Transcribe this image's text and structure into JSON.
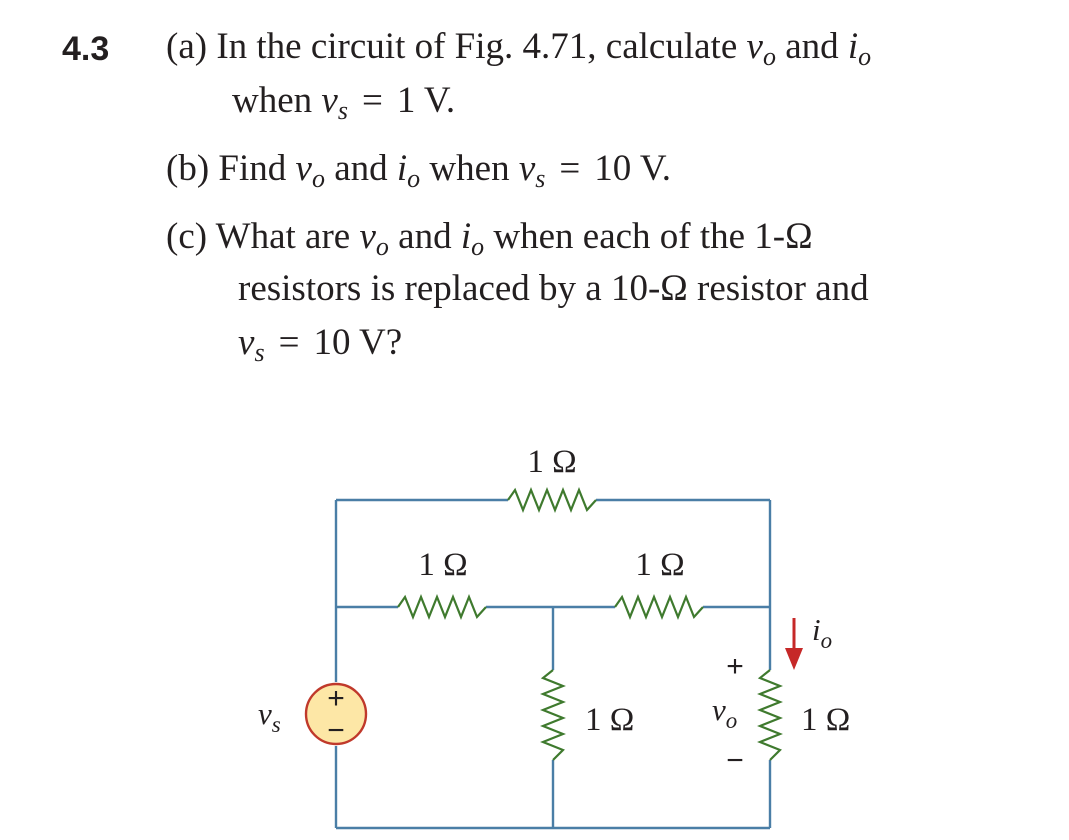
{
  "problem": {
    "number": "4.3",
    "part_a": {
      "label": "(a)",
      "text1": "In the circuit of Fig. 4.71, calculate",
      "v": "v",
      "sub_o": "o",
      "and": "and",
      "i": "i",
      "when": "when",
      "sub_s": "s",
      "eq": "=",
      "value": "1 V."
    },
    "part_b": {
      "label": "(b)",
      "find": "Find",
      "v": "v",
      "sub_o": "o",
      "and": "and",
      "i": "i",
      "when": "when",
      "sub_s": "s",
      "eq": "=",
      "value": "10 V."
    },
    "part_c": {
      "label": "(c)",
      "what": "What are",
      "v": "v",
      "sub_o": "o",
      "and": "and",
      "i": "i",
      "when": "when each of the 1-Ω",
      "line2": "resistors is replaced by a 10-Ω resistor and",
      "sub_s": "s",
      "eq": "=",
      "value": "10 V?"
    }
  },
  "circuit": {
    "r_top": "1 Ω",
    "r_mid_left": "1 Ω",
    "r_mid_right": "1 Ω",
    "r_center_vertical": "1 Ω",
    "r_right_vertical": "1 Ω",
    "source_var": "v",
    "source_sub": "s",
    "source_plus": "+",
    "source_minus": "−",
    "vo_var": "v",
    "vo_sub": "o",
    "vo_plus": "+",
    "vo_minus": "−",
    "io_var": "i",
    "io_sub": "o",
    "colors": {
      "wire": "#4a7ea6",
      "resistor": "#3f7a2e",
      "source_fill": "#fde7a6",
      "source_stroke": "#c0392b",
      "arrow": "#c62828"
    }
  }
}
